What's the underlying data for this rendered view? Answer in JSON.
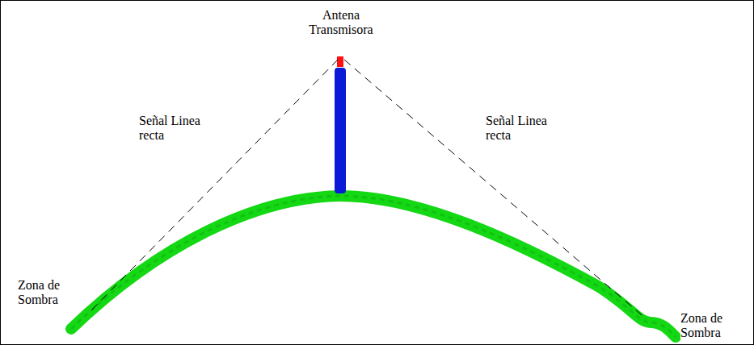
{
  "diagram": {
    "labels": [
      "Antena Transmisora",
      "Señal Linea recta",
      "Señal Linea recta",
      "Zona de Sombra",
      "Zona de Sombra"
    ]
  }
}
